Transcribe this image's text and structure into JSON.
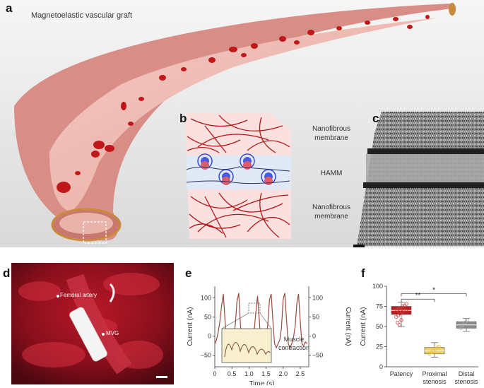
{
  "panel_a": {
    "label": "a",
    "title": "Magnetoelastic vascular graft"
  },
  "panel_b": {
    "label": "b"
  },
  "panel_c": {
    "label": "c"
  },
  "layers": {
    "top": "Nanofibrous membrane",
    "middle": "HAMM",
    "bottom": "Nanofibrous membrane"
  },
  "panel_d": {
    "label": "d",
    "artery": "Femoral artery",
    "graft": "MVG"
  },
  "panel_e": {
    "label": "e",
    "inset_caption": "Muscle contraction"
  },
  "panel_f": {
    "label": "f"
  },
  "colors": {
    "vessel": "#d88e86",
    "rbc": "#c01818",
    "fiber": "#b01818",
    "patency": "#b81c1c",
    "proximal": "#f0d060",
    "distal": "#8a8a8a"
  },
  "chart_data": [
    {
      "type": "line",
      "xlabel": "Time (s)",
      "ylabel": "Current (nA)",
      "ylabel_right": "Current (nA)",
      "xlim": [
        0,
        2.75
      ],
      "ylim": [
        -80,
        130
      ],
      "xticks": [
        "0",
        "0.5",
        "1.0",
        "1.5",
        "2.0",
        "2.5"
      ],
      "yticks": [
        "100",
        "50",
        "0",
        "−50"
      ],
      "x": [
        0,
        0.05,
        0.1,
        0.15,
        0.2,
        0.25,
        0.3,
        0.35,
        0.4,
        0.45,
        0.5,
        0.55,
        0.6,
        0.65,
        0.7,
        0.75,
        0.8,
        0.85,
        0.9,
        0.95,
        1.0,
        1.05,
        1.1,
        1.15,
        1.2,
        1.25,
        1.3,
        1.35,
        1.4,
        1.45,
        1.5,
        1.55,
        1.6,
        1.65,
        1.7,
        1.75,
        1.8,
        1.85,
        1.9,
        1.95,
        2.0,
        2.05,
        2.1,
        2.15,
        2.2,
        2.25,
        2.3,
        2.35,
        2.4,
        2.45,
        2.5,
        2.55,
        2.6,
        2.65,
        2.7
      ],
      "y": [
        -20,
        -10,
        10,
        40,
        80,
        110,
        40,
        -20,
        -35,
        -25,
        -15,
        -5,
        30,
        90,
        112,
        30,
        -25,
        -30,
        -15,
        0,
        -10,
        5,
        -5,
        10,
        60,
        105,
        45,
        -25,
        -35,
        -20,
        -10,
        30,
        95,
        110,
        40,
        -20,
        -30,
        -20,
        -10,
        20,
        95,
        112,
        40,
        -20,
        -30,
        -20,
        -5,
        25,
        85,
        110,
        40,
        -20,
        -25,
        -15,
        -20
      ]
    },
    {
      "type": "box",
      "ylabel": "Current (nA)",
      "ylim": [
        0,
        100
      ],
      "yticks": [
        "0",
        "25",
        "50",
        "75",
        "100"
      ],
      "categories": [
        "Patency",
        "Proximal\nstenosis",
        "Distal\nstenosis"
      ],
      "boxes": [
        {
          "q1": 65,
          "median": 70,
          "q3": 75,
          "whisker_low": 50,
          "whisker_high": 80
        },
        {
          "q1": 16,
          "median": 20,
          "q3": 24,
          "whisker_low": 12,
          "whisker_high": 30
        },
        {
          "q1": 48,
          "median": 52,
          "q3": 56,
          "whisker_low": 44,
          "whisker_high": 60
        }
      ],
      "points": [
        [
          62,
          64,
          66,
          68,
          70,
          70,
          71,
          72,
          73,
          75,
          76,
          78,
          55,
          52,
          58
        ],
        [
          16,
          18,
          20,
          22,
          24,
          25
        ],
        [
          48,
          52,
          55,
          58
        ]
      ],
      "significance": [
        {
          "pair": [
            0,
            1
          ],
          "label": "**"
        },
        {
          "pair": [
            0,
            2
          ],
          "label": "*"
        }
      ]
    }
  ]
}
